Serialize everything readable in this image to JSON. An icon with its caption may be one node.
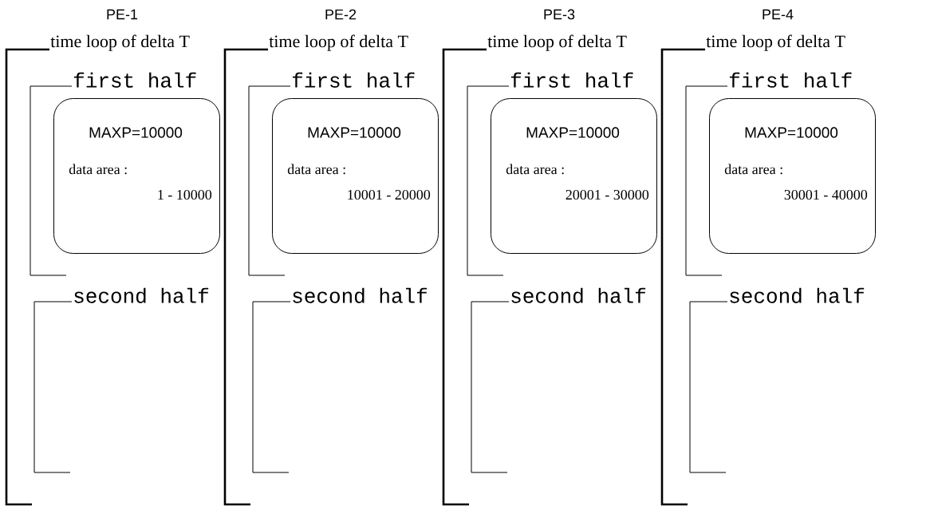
{
  "diagram": {
    "nodes": [
      {
        "text": [
          "PE-1",
          "time loop of delta T"
        ]
      },
      {
        "text": [
          "first half"
        ],
        "in": 0
      },
      {
        "text": [
          "MAXP=10000",
          "data area :",
          "1 - 10000"
        ]
      },
      {
        "text": [
          "second half"
        ],
        "in": 0
      },
      {
        "text": [
          "PE-2",
          "time loop of delta T"
        ]
      },
      {
        "text": [
          "first half"
        ],
        "in": 4
      },
      {
        "text": [
          "MAXP=10000",
          "data area :",
          "10001 - 20000"
        ]
      },
      {
        "text": [
          "second half"
        ],
        "in": 4
      },
      {
        "text": [
          "PE-3",
          "time loop of delta T"
        ]
      },
      {
        "text": [
          "first half"
        ],
        "in": 8
      },
      {
        "text": [
          "MAXP=10000",
          "data area :",
          "20001 - 30000"
        ]
      },
      {
        "text": [
          "second half"
        ],
        "in": 8
      },
      {
        "text": [
          "PE-4",
          "time loop of delta T"
        ]
      },
      {
        "text": [
          "first half"
        ],
        "in": 12
      },
      {
        "text": [
          "MAXP=10000",
          "data area :",
          "30001 - 40000"
        ]
      },
      {
        "text": [
          "second half"
        ],
        "in": 12
      }
    ]
  }
}
